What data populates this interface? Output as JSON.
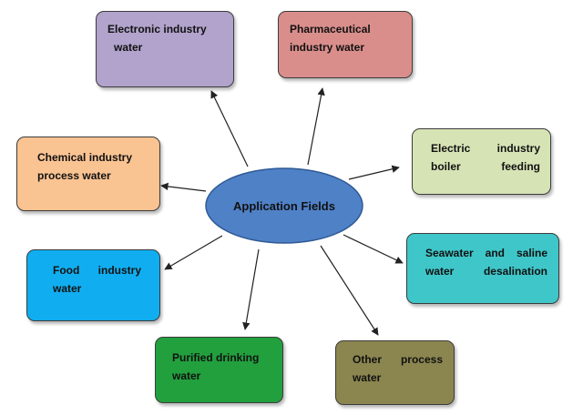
{
  "diagram": {
    "center": {
      "label": "Application Fields",
      "color": "#4f81c7"
    },
    "nodes": [
      {
        "id": "electronic",
        "label_lines": [
          "Electronic industry",
          "water"
        ],
        "color": "#b1a3cc"
      },
      {
        "id": "pharmaceutical",
        "label_lines": [
          "Pharmaceutical",
          "industry water"
        ],
        "color": "#d98e8c"
      },
      {
        "id": "electric",
        "label_lines": [
          "Electric industry",
          "boiler feeding"
        ],
        "color": "#d6e4b5"
      },
      {
        "id": "seawater",
        "label_lines": [
          "Seawater and saline",
          "water desalination"
        ],
        "color": "#3fc6c9"
      },
      {
        "id": "other",
        "label_lines": [
          "Other process",
          "water"
        ],
        "color": "#8b8550"
      },
      {
        "id": "purified",
        "label_lines": [
          "Purified drinking",
          "water"
        ],
        "color": "#22a03e"
      },
      {
        "id": "food",
        "label_lines": [
          "Food industry",
          "water"
        ],
        "color": "#10aef0"
      },
      {
        "id": "chemical",
        "label_lines": [
          "Chemical industry",
          "process water"
        ],
        "color": "#fac392"
      }
    ]
  }
}
